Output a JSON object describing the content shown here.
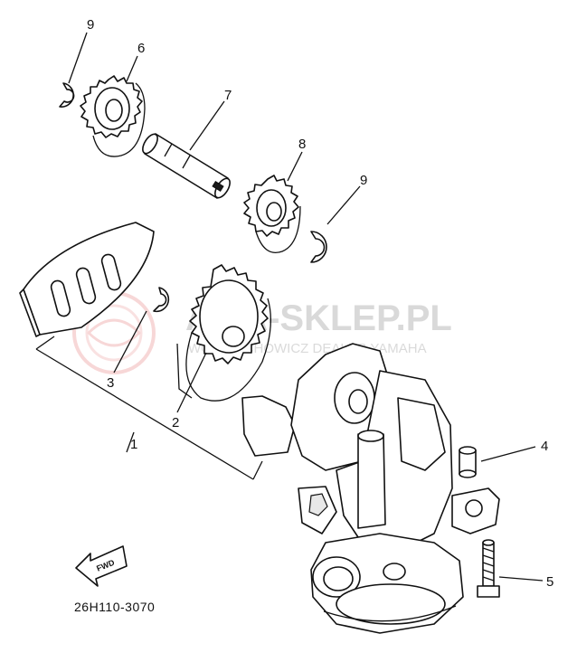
{
  "diagram": {
    "callouts": [
      "9",
      "6",
      "7",
      "8",
      "9",
      "3",
      "2",
      "1",
      "4",
      "5"
    ],
    "part_code": "26H110-3070",
    "direction_badge": "FWD",
    "watermark": {
      "brand": "AMA-SKLEP.PL",
      "dealer": "WOJ. BECHOWICZ DEALER YAMAHA"
    }
  }
}
